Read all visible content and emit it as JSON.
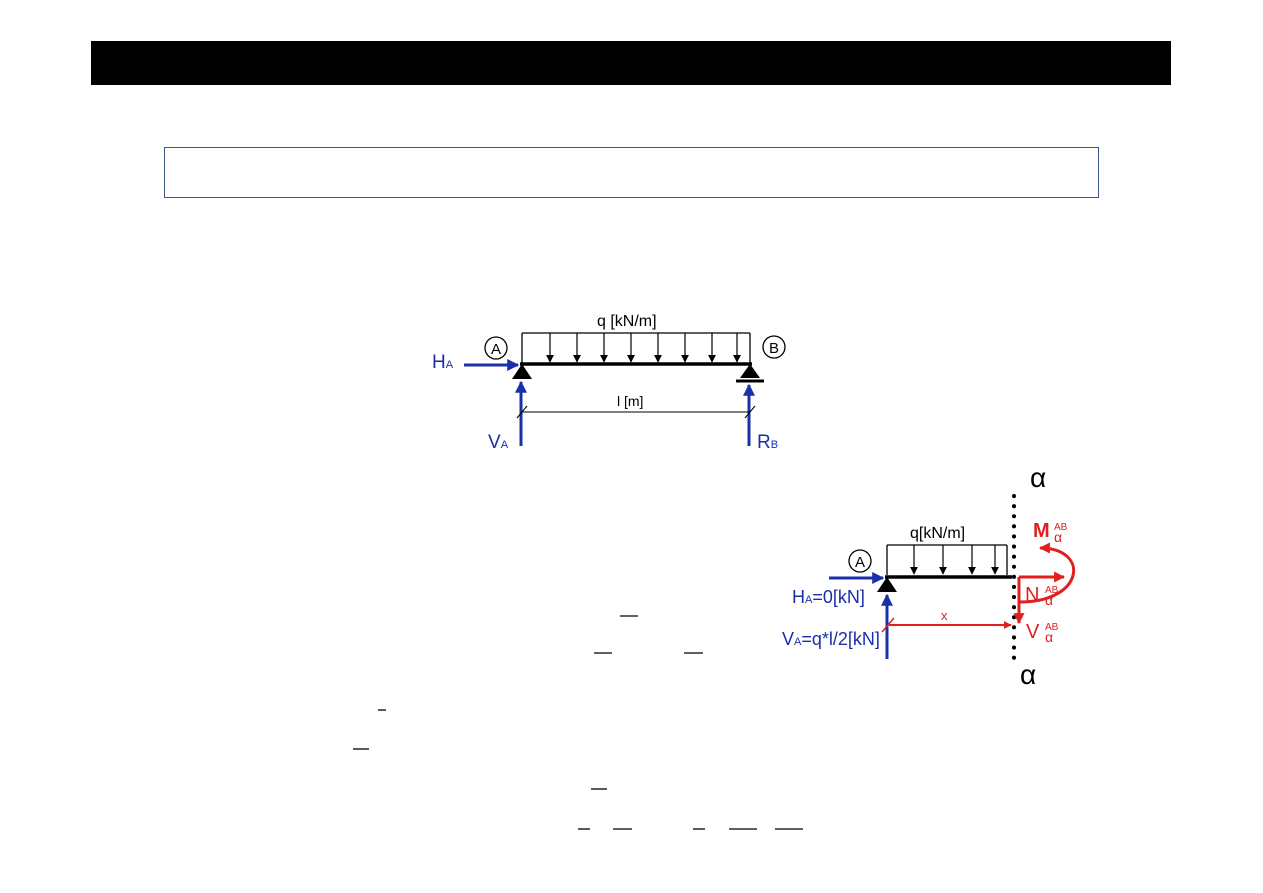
{
  "colors": {
    "black": "#000000",
    "blue": "#1a2fa8",
    "red": "#e0201e",
    "frame": "#3a5a8c"
  },
  "diagram1": {
    "load": "q [kN/m]",
    "node_a": "A",
    "node_b": "B",
    "ha": {
      "main": "H",
      "sub": "A"
    },
    "va": {
      "main": "V",
      "sub": "A"
    },
    "rb": {
      "main": "R",
      "sub": "B"
    },
    "span": "l [m]"
  },
  "diagram2": {
    "section_top": "α",
    "section_bottom": "α",
    "load": "q[kN/m]",
    "node_a": "A",
    "ha": {
      "main": "H",
      "sub": "A",
      "value": "=0[kN]"
    },
    "va": {
      "main": "V",
      "sub": "A",
      "value": "=q*l/2[kN]"
    },
    "x_label": "x",
    "moment": {
      "main": "M",
      "sub": "α",
      "sup": "AB"
    },
    "normal": {
      "main": "N",
      "sub": "α",
      "sup": "AB"
    },
    "shear": {
      "main": "V",
      "sub": "α",
      "sup": "AB"
    }
  }
}
